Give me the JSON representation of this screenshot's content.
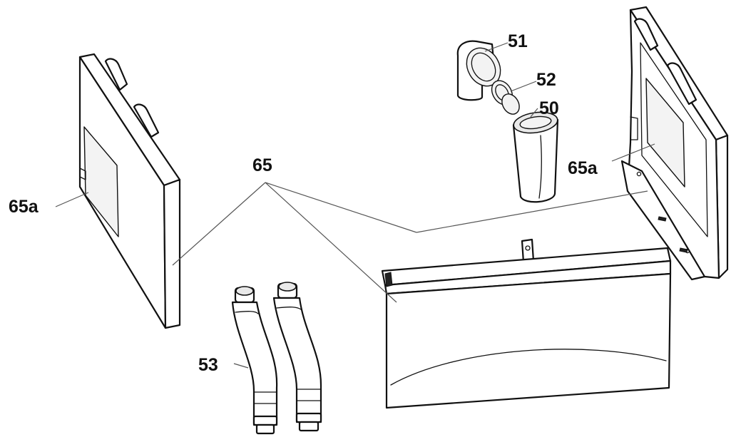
{
  "callouts": {
    "c51": "51",
    "c52": "52",
    "c50": "50",
    "c65": "65",
    "c65a_left": "65a",
    "c65a_right": "65a",
    "c53": "53"
  }
}
